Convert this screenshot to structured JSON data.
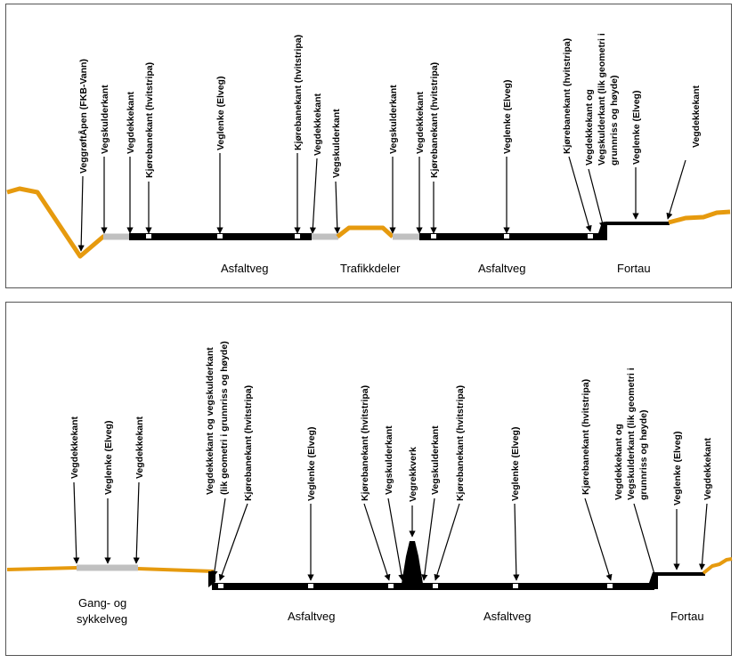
{
  "colors": {
    "terrain": "#E69A0E",
    "shoulder": "#C0C0C0",
    "road": "#000000",
    "marker": "#FFFFFF",
    "arrow": "#000000"
  },
  "top_panel": {
    "labels": {
      "veggroft": "VeggrøftÅpen (FKB-Vann)",
      "vegskulderkant_1": "Vegskulderkant",
      "vegdekkekant_1": "Vegdekkekant",
      "kjorebanekant_1": "Kjørebanekant (hvitstripa)",
      "veglenke_1": "Veglenke (Elveg)",
      "kjorebanekant_2": "Kjørebanekant (hvitstripa)",
      "vegdekkekant_2": "Vegdekkekant",
      "vegskulderkant_2": "Vegskulderkant",
      "vegskulderkant_3": "Vegskulderkant",
      "kjorebanekant_3": "Kjørebanekant (hvitstripa)",
      "veglenke_2": "Veglenke (Elveg)",
      "kjorebanekant_4": "Kjørebanekant (hvitstripa)",
      "vegdekkekant_og_line1": "Vegdekkekant og",
      "vegdekkekant_og_line2": "Vegskulderkant (lik geometri i",
      "vegdekkekant_og_line3": "grunnriss og høyde)",
      "veglenke_3": "Veglenke (Elveg)",
      "vegdekkekant_3": "Vegdekkekant"
    },
    "sections": {
      "asfaltveg_1": "Asfaltveg",
      "trafikkdeler": "Trafikkdeler",
      "asfaltveg_2": "Asfaltveg",
      "fortau": "Fortau"
    }
  },
  "bottom_panel": {
    "labels": {
      "vegdekkekant_1": "Vegdekkekant",
      "veglenke_1": "Veglenke (Elveg)",
      "vegdekkekant_2": "Vegdekkekant",
      "vegdekke_vegskulder_line1": "Vegdekkekant og vegskulderkant",
      "vegdekke_vegskulder_line2": "(lik geometri i grunnriss og høyde)",
      "kjorebanekant_1": "Kjørebanekant (hvitstripa)",
      "veglenke_2": "Veglenke (Elveg)",
      "kjorebanekant_2": "Kjørebanekant (hvitstripa)",
      "vegskulderkant_1": "Vegskulderkant",
      "vegrekkverk": "Vegrekkverk",
      "vegskulderkant_2": "Vegskulderkant",
      "kjorebanekant_3": "Kjørebanekant (hvitstripa)",
      "veglenke_3": "Veglenke (Elveg)",
      "kjorebanekant_4": "Kjørebanekant (hvitstripa)",
      "vegdekkekant_og_line1": "Vegdekkekant og",
      "vegdekkekant_og_line2": "Vegskulderkant (lik geometri i",
      "vegdekkekant_og_line3": "grunnriss og høyde)",
      "veglenke_4": "Veglenke (Elveg)",
      "vegdekkekant_3": "Vegdekkekant"
    },
    "sections": {
      "gang_line1": "Gang- og",
      "gang_line2": "sykkelveg",
      "asfaltveg_1": "Asfaltveg",
      "asfaltveg_2": "Asfaltveg",
      "fortau": "Fortau"
    }
  }
}
